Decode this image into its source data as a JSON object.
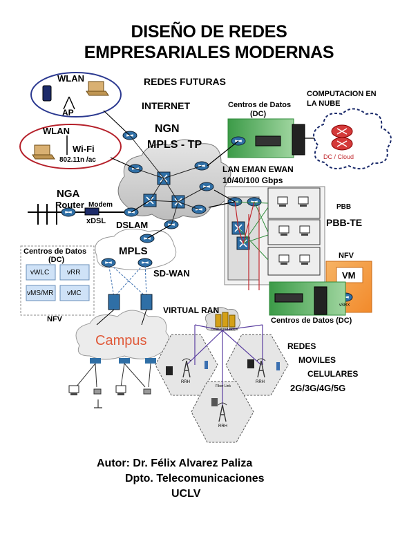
{
  "title": {
    "line1": "DISEÑO DE REDES",
    "line2": "EMPRESARIALES MODERNAS"
  },
  "diagram": {
    "redes_futuras": "REDES FUTURAS",
    "internet": "INTERNET",
    "ngn": "NGN",
    "mpls_tp": "MPLS - TP",
    "wlan_top": "WLAN",
    "ap": "AP",
    "wlan_wifi": "WLAN",
    "wifi": "Wi-Fi",
    "wifi_std": "802.11n /ac",
    "nga": "NGA",
    "router": "Router",
    "modem": "Modem",
    "xdsl": "xDSL",
    "dslam": "DSLAM",
    "dc_top_line1": "Centros de Datos",
    "dc_top_line2": "(DC)",
    "cloud_line1": "COMPUTACION EN",
    "cloud_line2": "LA NUBE",
    "dc_cloud": "DC / Cloud",
    "lan_eman": "LAN  EMAN EWAN",
    "speeds": "10/40/100 Gbps",
    "pbb": "PBB",
    "pbb_te": "PBB-TE",
    "nfv_right": "NFV",
    "vm": "VM",
    "vsrx": "vSRX",
    "dc_bottom": "Centros de Datos (DC)",
    "mpls": "MPLS",
    "sdwan": "SD-WAN",
    "dc_left_line1": "Centros de Datos",
    "dc_left_line2": "(DC)",
    "vfunc": [
      "vWLC",
      "vRR",
      "vMS/MR",
      "vMC"
    ],
    "nfv_left": "NFV",
    "campus": "Campus",
    "virtual_ran": "VIRTUAL RAN",
    "bbu_label": "Centralized BBUs",
    "fiber_label": "Fiber Link",
    "rrh": "RRH",
    "redes": "REDES",
    "moviles": "MOVILES",
    "celulares": "CELULARES",
    "generations": "2G/3G/4G/5G",
    "colors": {
      "wlan_ellipse": "#2b3990",
      "wifi_ellipse": "#b5202a",
      "dc_green": "#2e8b3a",
      "nfv_orange": "#f7a24a",
      "campus_red": "#e05a3a",
      "device_blue": "#2f6fa6"
    }
  },
  "author": {
    "line1": "Autor: Dr. Félix Alvarez Paliza",
    "line2": "Dpto. Telecomunicaciones",
    "line3": "UCLV"
  }
}
